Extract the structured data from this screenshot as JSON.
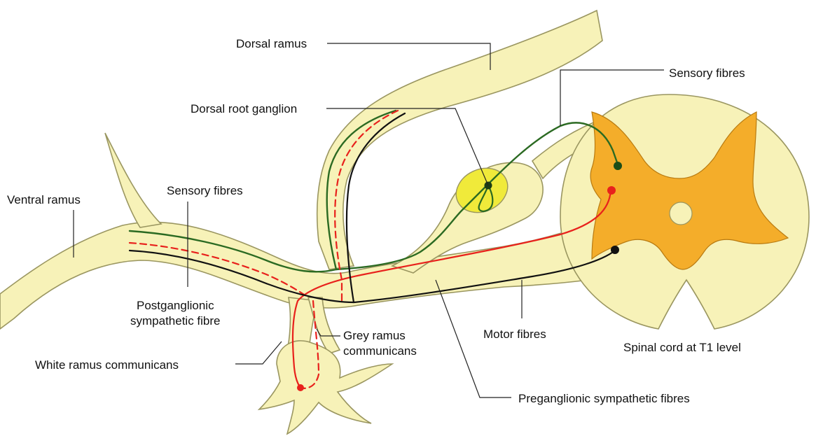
{
  "labels": {
    "dorsal_ramus": "Dorsal ramus",
    "sensory_fibres_right": "Sensory fibres",
    "dorsal_root_ganglion": "Dorsal root ganglion",
    "ventral_ramus": "Ventral ramus",
    "sensory_fibres_left": "Sensory fibres",
    "postganglionic_line1": "Postganglionic",
    "postganglionic_line2": "sympathetic fibre",
    "grey_ramus_line1": "Grey ramus",
    "grey_ramus_line2": "communicans",
    "motor_fibres": "Motor fibres",
    "spinal_cord": "Spinal cord at T1 level",
    "white_ramus": "White ramus communicans",
    "preganglionic": "Preganglionic sympathetic fibres"
  },
  "colors": {
    "nerve_fill": "#f7f2b8",
    "grey_matter": "#f4ad2a",
    "ganglion_core": "#f0ea3a",
    "sensory_fibre": "#2b6a22",
    "sympathetic_fibre": "#e8211c",
    "motor_fibre": "#111111",
    "background": "#ffffff"
  }
}
